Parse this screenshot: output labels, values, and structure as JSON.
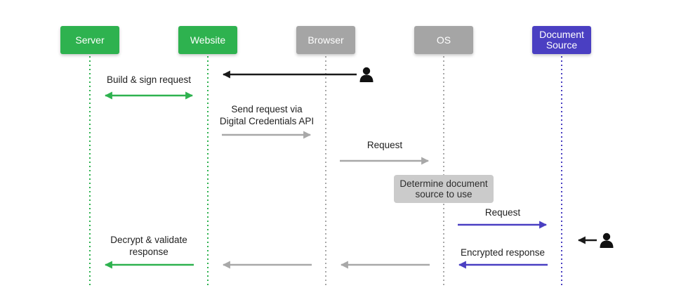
{
  "participants": [
    {
      "key": "server",
      "label": "Server",
      "color": "#2eb24f"
    },
    {
      "key": "website",
      "label": "Website",
      "color": "#2eb24f"
    },
    {
      "key": "browser",
      "label": "Browser",
      "color": "#a5a5a5"
    },
    {
      "key": "os",
      "label": "OS",
      "color": "#a5a5a5"
    },
    {
      "key": "document_source",
      "label": "Document\nSource",
      "color": "#4a3fc2"
    }
  ],
  "messages": {
    "build_sign": "Build & sign request",
    "send_request": "Send request via\nDigital Credentials API",
    "request_browser_os": "Request",
    "determine_source": "Determine document\nsource to use",
    "request_os_source": "Request",
    "encrypted_response": "Encrypted response",
    "decrypt_validate": "Decrypt & validate\nresponse"
  },
  "icons": {
    "user": "user-icon"
  },
  "colors": {
    "green": "#2eb24f",
    "gray": "#a8a8a8",
    "purple": "#4a3fc2",
    "black": "#1a1a1a"
  }
}
